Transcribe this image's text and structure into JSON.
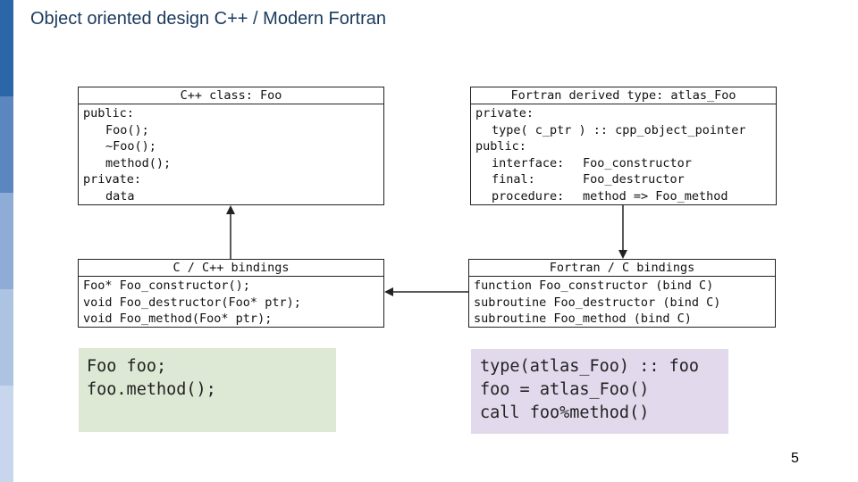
{
  "title": "Object oriented design C++ / Modern Fortran",
  "page_number": "5",
  "colors": {
    "cpp_snippet_bg": "#dde8d5",
    "fortran_snippet_bg": "#e2d9ec",
    "sidebar": [
      "#2b67a8",
      "#5b86c0",
      "#8facd6",
      "#adc3e2",
      "#c7d6ec"
    ]
  },
  "cpp_class": {
    "header": "C++ class: Foo",
    "public_label": "public:",
    "public_members": [
      "Foo();",
      "~Foo();",
      "method();"
    ],
    "private_label": "private:",
    "private_members": [
      "data"
    ]
  },
  "fortran_type": {
    "header": "Fortran derived type: atlas_Foo",
    "private_label": "private:",
    "private_members": [
      "type( c_ptr ) :: cpp_object_pointer"
    ],
    "public_label": "public:",
    "public_members": [
      {
        "kind": "interface:",
        "value": "Foo_constructor"
      },
      {
        "kind": "final:",
        "value": "Foo_destructor"
      },
      {
        "kind": "procedure:",
        "value": "method => Foo_method"
      }
    ]
  },
  "c_bindings": {
    "header": "C / C++ bindings",
    "lines": [
      "Foo* Foo_constructor();",
      "void Foo_destructor(Foo* ptr);",
      "void Foo_method(Foo* ptr);"
    ]
  },
  "fortran_bindings": {
    "header": "Fortran / C bindings",
    "lines": [
      "function Foo_constructor (bind C)",
      "subroutine Foo_destructor (bind C)",
      "subroutine Foo_method (bind C)"
    ]
  },
  "cpp_snippet": [
    "Foo foo;",
    "foo.method();"
  ],
  "fortran_snippet": [
    "type(atlas_Foo) :: foo",
    "foo = atlas_Foo()",
    "call foo%method()"
  ]
}
